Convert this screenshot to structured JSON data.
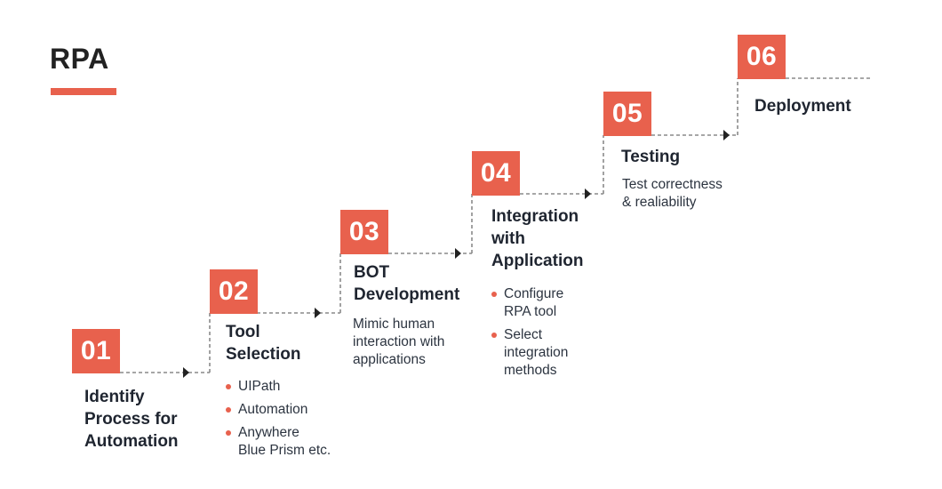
{
  "title": "RPA",
  "colors": {
    "accent": "#e8614d",
    "connector": "#8a8a8a",
    "arrow": "#222222",
    "text": "#1f2530"
  },
  "steps": [
    {
      "number": "01",
      "title_lines": [
        "Identify",
        "Process for",
        "Automation"
      ]
    },
    {
      "number": "02",
      "title_lines": [
        "Tool",
        "Selection"
      ],
      "bullets": [
        "UIPath",
        "Automation",
        "Anywhere\nBlue Prism etc."
      ]
    },
    {
      "number": "03",
      "title_lines": [
        "BOT",
        "Development"
      ],
      "desc": "Mimic human\ninteraction with\napplications"
    },
    {
      "number": "04",
      "title_lines": [
        "Integration",
        "with",
        "Application"
      ],
      "bullets": [
        "Configure\nRPA tool",
        "Select\nintegration\nmethods"
      ]
    },
    {
      "number": "05",
      "title_lines": [
        "Testing"
      ],
      "desc": "Test correctness\n& realiability"
    },
    {
      "number": "06",
      "title_lines": [
        "Deployment"
      ]
    }
  ]
}
